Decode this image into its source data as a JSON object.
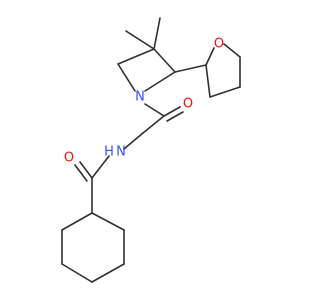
{
  "molecule": {
    "atoms": {
      "oxygen_ring": {
        "symbol": "O",
        "color": "#ff0d0d"
      },
      "nitrogen_ring": {
        "symbol": "N",
        "color": "#3050f8"
      },
      "oxygen_carbonyl_upper": {
        "symbol": "O",
        "color": "#ff0d0d"
      },
      "nitrogen_amide": {
        "symbol": "N",
        "color": "#3050f8"
      },
      "hydrogen_amide": {
        "symbol": "H",
        "color": "#3050f8"
      },
      "oxygen_carbonyl_lower": {
        "symbol": "O",
        "color": "#ff0d0d"
      }
    },
    "bond_color": "#303030"
  }
}
